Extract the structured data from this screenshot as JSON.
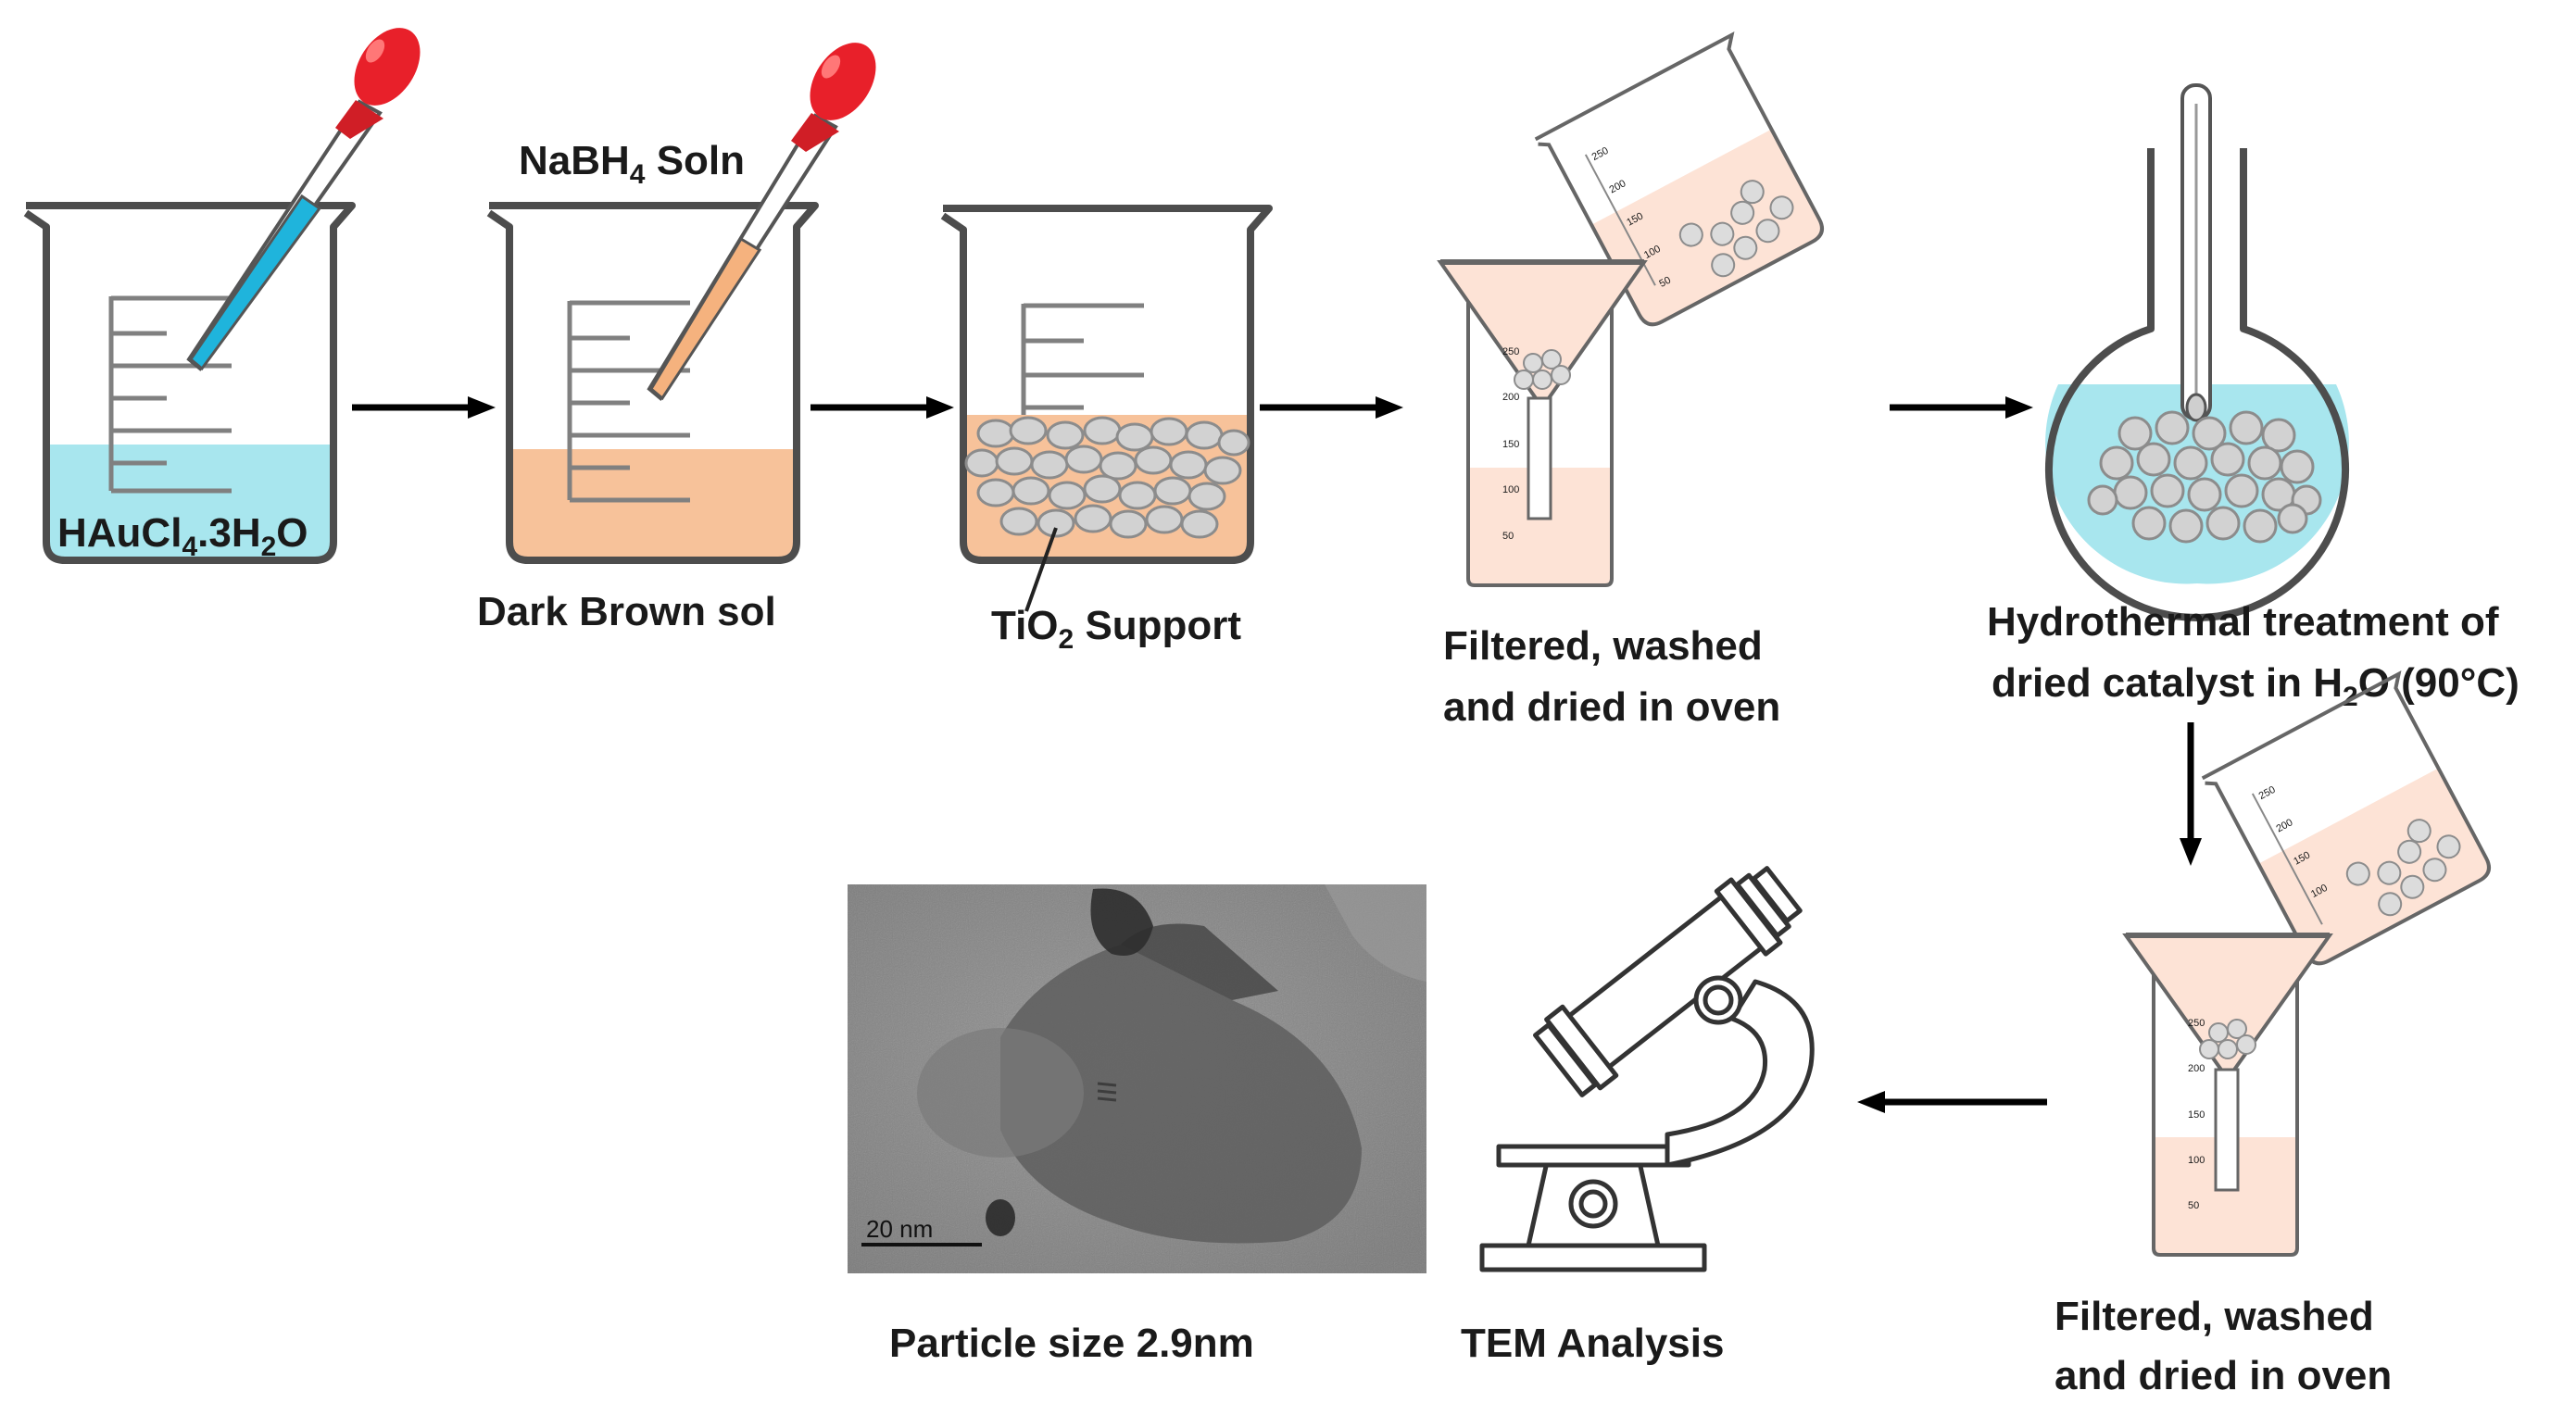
{
  "labels": {
    "step1_solution": "HAuCl",
    "step1_sub1": "4",
    "step1_mid": ".3H",
    "step1_sub2": "2",
    "step1_end": "O",
    "reagent_main": "NaBH",
    "reagent_sub": "4",
    "reagent_end": " Soln",
    "sol": "Dark Brown sol",
    "support_main": "TiO",
    "support_sub": "2",
    "support_end": " Support",
    "filter1_line1": "Filtered, washed",
    "filter1_line2": "and dried in oven",
    "hydro_line1": "Hydrothermal treatment of",
    "hydro_line2_a": "dried catalyst in H",
    "hydro_line2_sub": "2",
    "hydro_line2_b": "O (90°C)",
    "filter2_line1": "Filtered, washed",
    "filter2_line2": "and dried in oven",
    "tem": "TEM Analysis",
    "particle": "Particle size 2.9nm",
    "scale_bar": "20 nm"
  },
  "beaker_ticks": [
    "250",
    "200",
    "150",
    "100",
    "50"
  ],
  "colors": {
    "blue_solution": "#a8e6ee",
    "brown_sol": "#f7c29a",
    "light_peach": "#fde3d6",
    "pipette_bulb": "#e8202a",
    "pipette_blue": "#1fb4dc",
    "pipette_orange": "#f5b27e",
    "tem_bg": "#8a8a8a"
  },
  "icons": [
    "pipette-icon",
    "beaker-icon",
    "funnel-icon",
    "flask-icon",
    "thermometer-icon",
    "microscope-icon"
  ]
}
